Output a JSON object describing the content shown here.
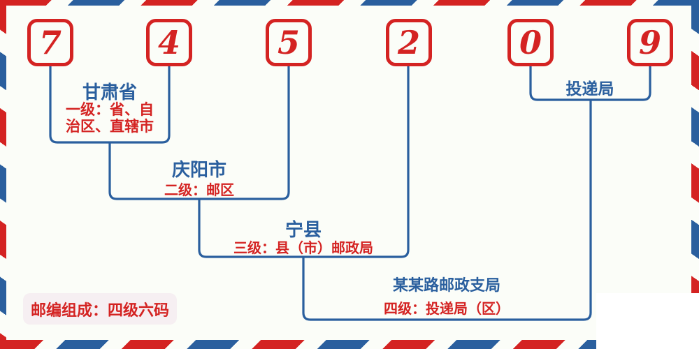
{
  "postal_code": {
    "value": "745209",
    "digits": [
      "7",
      "4",
      "5",
      "2",
      "0",
      "9"
    ]
  },
  "levels": [
    {
      "name": "甘肃省",
      "desc": "一级：省、自治区、直辖市"
    },
    {
      "name": "庆阳市",
      "desc": "二级：邮区"
    },
    {
      "name": "宁县",
      "desc": "三级：县（市）邮政局"
    },
    {
      "name": "某某路邮政支局",
      "desc": "四级：投递局（区）"
    }
  ],
  "delivery_office_label": "投递局",
  "footer_badge": "邮编组成：四级六码",
  "colors": {
    "red": "#d42322",
    "blue": "#2a5f9e",
    "badge_bg": "#f6eff2",
    "background": "#fbfdf8",
    "patch_white": "#ffffff"
  }
}
